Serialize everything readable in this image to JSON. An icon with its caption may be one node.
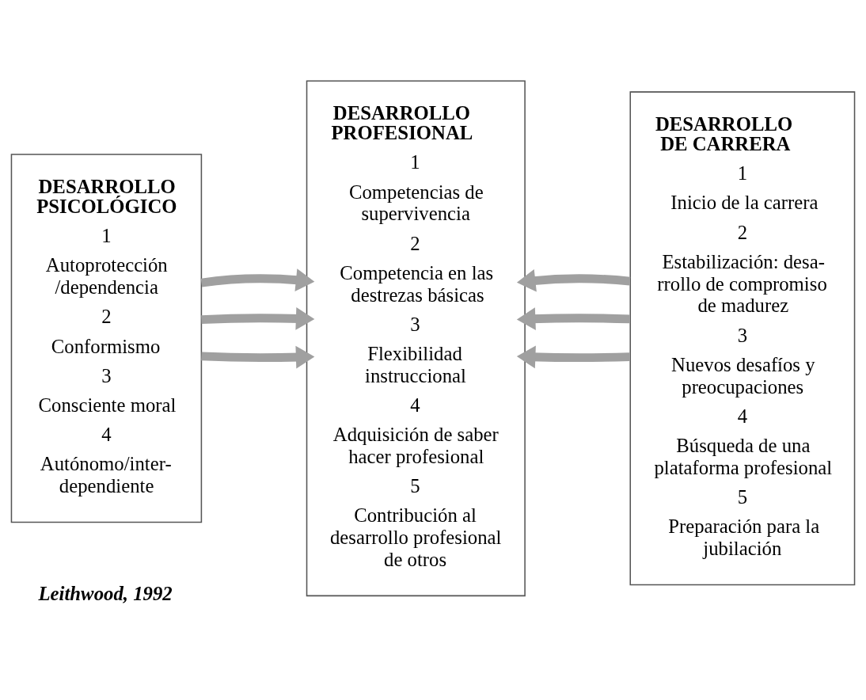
{
  "diagram": {
    "nodes": [
      {
        "text": [
          "DESARROLLO PSICOLÓGICO",
          "1",
          "Autoprotección /dependencia",
          "2",
          "Conformismo",
          "3",
          "Consciente moral",
          "4",
          "Autónomo/inter- dependiente"
        ]
      },
      {
        "text": [
          "DESARROLLO PROFESIONAL",
          "1",
          "Competencias de supervivencia",
          "2",
          "Competencia en las destrezas básicas",
          "3",
          "Flexibilidad instruccional",
          "4",
          "Adquisición de saber hacer profesional",
          "5",
          "Contribución al desarrollo profesional de otros"
        ]
      },
      {
        "text": [
          "DESARROLLO DE CARRERA",
          "1",
          "Inicio de la carrera",
          "2",
          "Estabilización: desa- rrollo de compromiso de madurez",
          "3",
          "Nuevos desafíos y preocupaciones",
          "4",
          "Búsqueda de una plataforma profesional",
          "5",
          "Preparación para la jubilación"
        ]
      }
    ],
    "edges": [
      {
        "from": 0,
        "to": 1,
        "arrow": "to"
      },
      {
        "from": 0,
        "to": 1,
        "arrow": "to"
      },
      {
        "from": 0,
        "to": 1,
        "arrow": "to"
      },
      {
        "from": 2,
        "to": 1,
        "arrow": "to"
      },
      {
        "from": 2,
        "to": 1,
        "arrow": "to"
      },
      {
        "from": 2,
        "to": 1,
        "arrow": "to"
      }
    ],
    "labels": [
      "Leithwood, 1992"
    ]
  }
}
